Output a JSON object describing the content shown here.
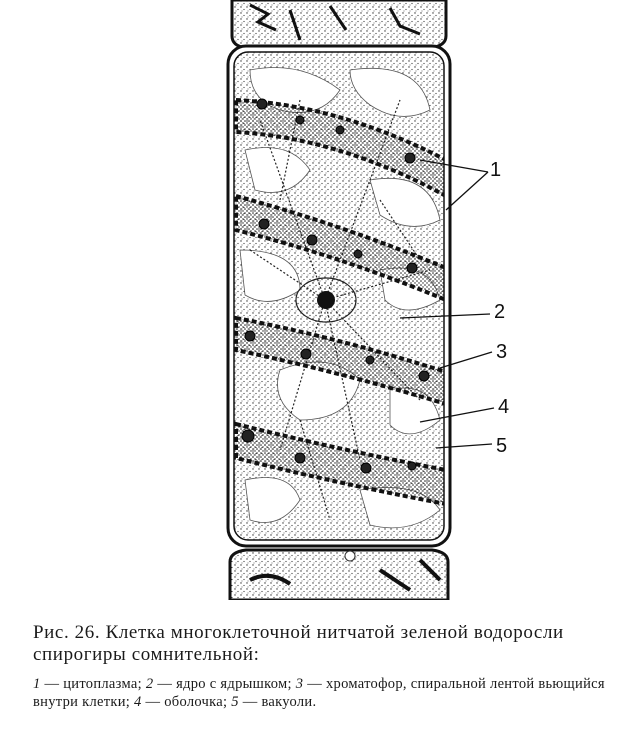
{
  "figure": {
    "labels": [
      "1",
      "2",
      "3",
      "4",
      "5"
    ]
  },
  "caption": {
    "title": "Рис. 26. Клетка многоклеточной нитчатой зеленой водоросли спирогиры сомнительной:"
  },
  "legend": {
    "items": [
      {
        "num": "1",
        "text": "— цитоплазма; "
      },
      {
        "num": "2",
        "text": "— ядро с ядрышком; "
      },
      {
        "num": "3",
        "text": "— хроматофор, спиральной лентой вьющийся внутри клетки; "
      },
      {
        "num": "4",
        "text": "— оболочка; "
      },
      {
        "num": "5",
        "text": "— вакуоли."
      }
    ]
  }
}
